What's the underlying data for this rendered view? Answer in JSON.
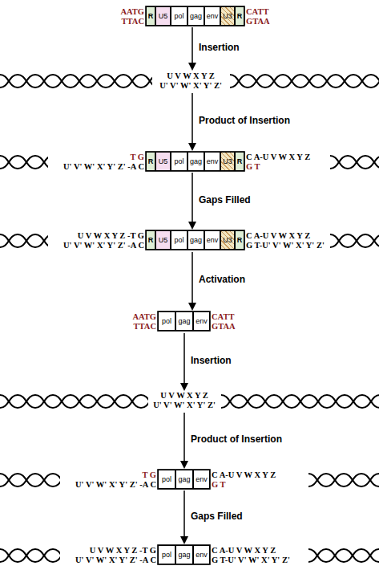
{
  "diagram": {
    "nodes": [
      {
        "text": [
          "R"
        ]
      },
      {
        "text": [
          "U5"
        ]
      },
      {
        "text": [
          "pol"
        ]
      },
      {
        "text": [
          "gag"
        ]
      },
      {
        "text": [
          "env"
        ]
      },
      {
        "text": [
          "U3"
        ]
      },
      {
        "text": [
          "R"
        ]
      },
      {
        "text": [
          "R"
        ]
      },
      {
        "text": [
          "U5"
        ]
      },
      {
        "text": [
          "pol"
        ]
      },
      {
        "text": [
          "gag"
        ]
      },
      {
        "text": [
          "env"
        ]
      },
      {
        "text": [
          "U3"
        ]
      },
      {
        "text": [
          "R"
        ]
      },
      {
        "text": [
          "R"
        ]
      },
      {
        "text": [
          "U5"
        ]
      },
      {
        "text": [
          "pol"
        ]
      },
      {
        "text": [
          "gag"
        ]
      },
      {
        "text": [
          "env"
        ]
      },
      {
        "text": [
          "U3"
        ]
      },
      {
        "text": [
          "R"
        ]
      },
      {
        "text": [
          "pol"
        ]
      },
      {
        "text": [
          "gag"
        ]
      },
      {
        "text": [
          "env"
        ]
      },
      {
        "text": [
          "pol"
        ]
      },
      {
        "text": [
          "gag"
        ]
      },
      {
        "text": [
          "env"
        ]
      },
      {
        "text": [
          "pol"
        ]
      },
      {
        "text": [
          "gag"
        ]
      },
      {
        "text": [
          "env"
        ]
      }
    ],
    "labels": [
      "AATG",
      "TTAC",
      "CATT",
      "GTAA",
      "Insertion",
      "U V W X Y Z",
      "U' V' W' X' Y' Z'",
      "Product of Insertion",
      "T G",
      "U' V' W' X' Y' Z' -A C",
      "C A-U V W X Y Z",
      "G T",
      "Gaps Filled",
      "U V W X Y Z -T G",
      "U' V' W' X' Y' Z' -A C",
      "C A-U V W X Y Z",
      "G T-U' V' W' X' Y' Z'",
      "Activation",
      "AATG",
      "TTAC",
      "CATT",
      "GTAA",
      "Insertion",
      "U V W X Y Z",
      "U' V' W' X' Y' Z'",
      "Product of Insertion",
      "T G",
      "U' V' W' X' Y' Z' -A C",
      "C A-U V W X Y Z",
      "G T",
      "Gaps Filled",
      "U V W X Y Z -T G",
      "U' V' W' X' Y' Z' -A C",
      "C A-U V W X Y Z",
      "G T-U' V' W' X' Y' Z'"
    ]
  }
}
